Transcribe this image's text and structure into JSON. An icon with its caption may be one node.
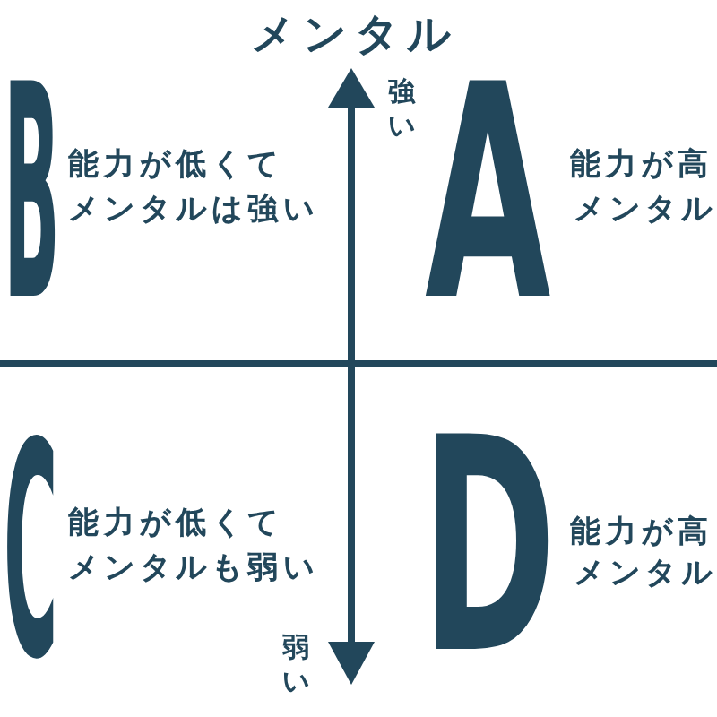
{
  "diagram": {
    "labels": [
      "メンタル",
      "強い",
      "B",
      "能力が低くて",
      "メンタルは強い",
      "A",
      "能力が高",
      "メンタル",
      "C",
      "能力が低くて",
      "メンタルも弱い",
      "D",
      "能力が高",
      "メンタル",
      "弱い"
    ]
  }
}
